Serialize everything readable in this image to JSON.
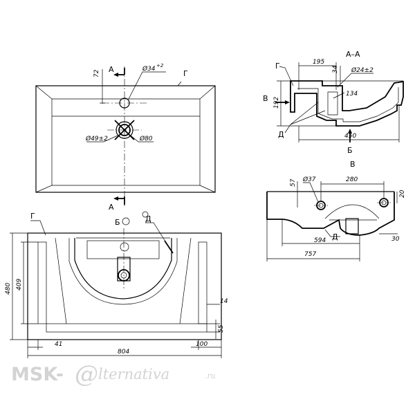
{
  "top_view": {
    "section_mark_top": "А",
    "section_mark_bottom": "А",
    "dim_72": "72",
    "dim_d34": "Ø34",
    "dim_d34_tol": "+2",
    "dim_d49": "Ø49±2",
    "dim_d80": "Ø80",
    "label_g": "Г"
  },
  "section_aa": {
    "title": "А–А",
    "label_g": "Г",
    "label_v": "В",
    "label_b": "Б",
    "label_d": "Д",
    "dim_195": "195",
    "dim_34": "34",
    "dim_d24": "Ø24±2",
    "dim_134": "134",
    "dim_192": "192",
    "dim_450": "450"
  },
  "view_v": {
    "title": "В",
    "dim_57": "57",
    "dim_d37": "Ø37",
    "dim_280": "280",
    "dim_20": "20",
    "dim_594": "594",
    "dim_757": "757",
    "dim_30": "30",
    "label_d": "Д"
  },
  "view_b": {
    "title": "Б",
    "label_g": "Г",
    "label_d": "Д",
    "dim_480": "480",
    "dim_409": "409",
    "dim_14": "14",
    "dim_55": "55",
    "dim_41": "41",
    "dim_804": "804",
    "dim_100": "100"
  },
  "watermark": {
    "brand": "MSK-",
    "at": "@",
    "rest": "lternativa",
    "suffix": ".ru"
  }
}
